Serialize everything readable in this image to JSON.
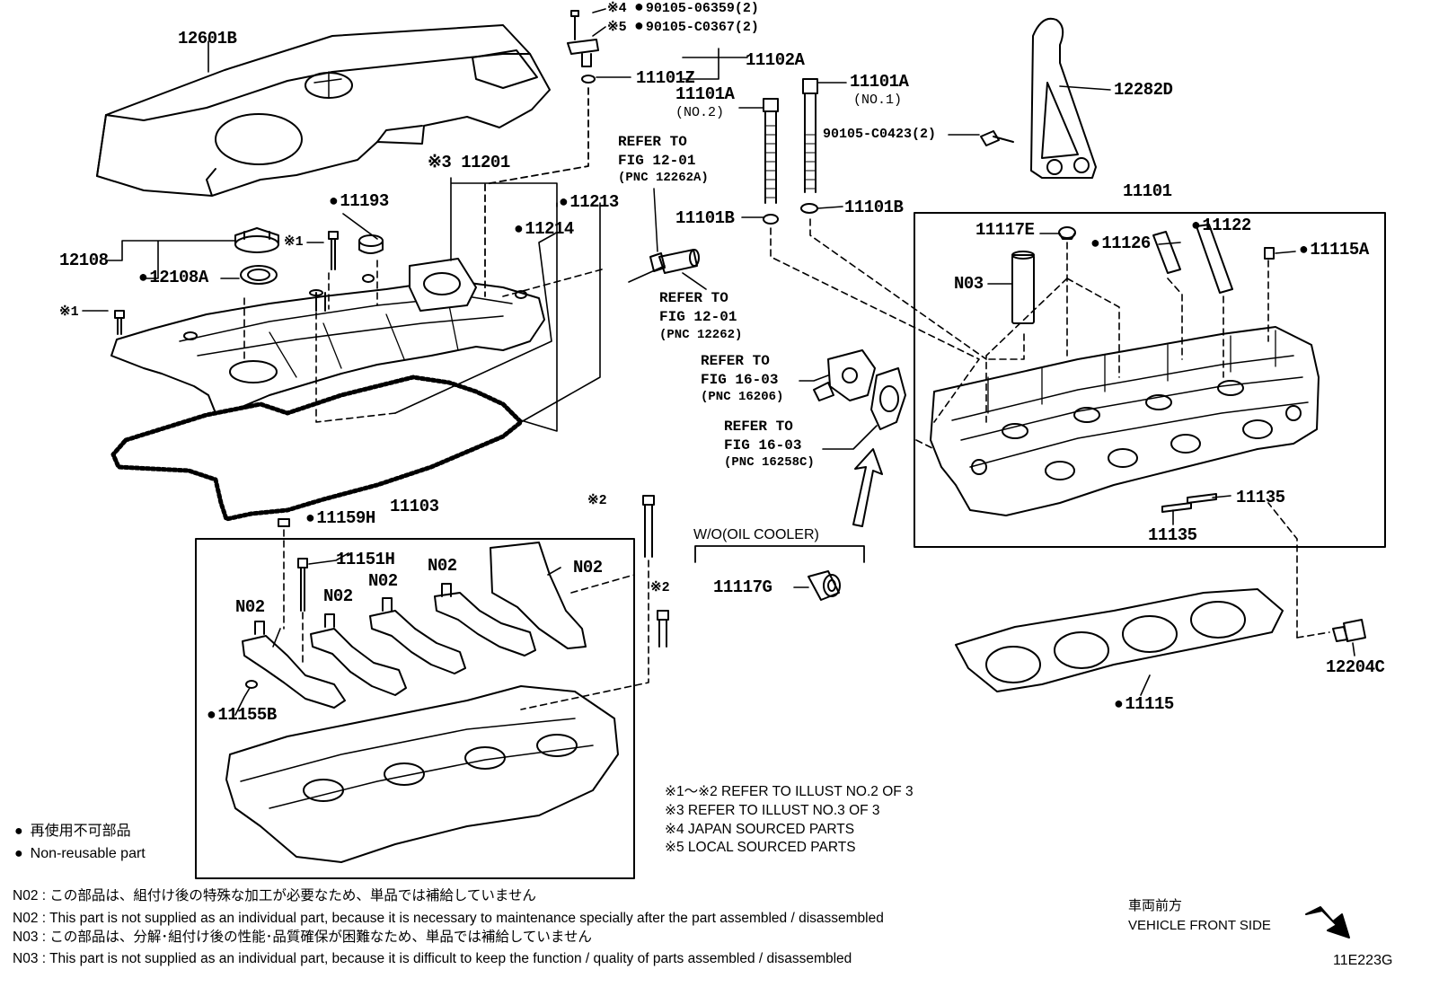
{
  "labels": {
    "p12601B": "12601B",
    "p11102A": "11102A",
    "p11101Z": "11101Z",
    "p90105_06359": "90105-06359(2)",
    "p90105_C0367": "90105-C0367(2)",
    "mark4": "※4",
    "mark5": "※5",
    "p11101A_no2": "11101A",
    "no2": "(NO.2)",
    "p11101A_no1": "11101A",
    "no1": "(NO.1)",
    "p90105_C0423": "90105-C0423(2)",
    "p12282D": "12282D",
    "refer_12_01_a": "REFER TO",
    "fig_12_01_a": "FIG 12-01",
    "pnc_12262A": "(PNC 12262A)",
    "p11201": "※3 11201",
    "p11193": "11193",
    "p11213": "11213",
    "p11214": "11214",
    "p12108": "12108",
    "mark1a": "※1",
    "p12108A": "12108A",
    "mark1b": "※1",
    "p11101B_left": "11101B",
    "p11101B_right": "11101B",
    "refer_12_01_b": "REFER TO",
    "fig_12_01_b": "FIG 12-01",
    "pnc_12262": "(PNC 12262)",
    "p11101": "11101",
    "p11117E": "11117E",
    "p11126": "11126",
    "p11122": "11122",
    "p11115A": "11115A",
    "pN03": "N03",
    "refer_16_03_a": "REFER TO",
    "fig_16_03_a": "FIG 16-03",
    "pnc_16206": "(PNC 16206)",
    "refer_16_03_b": "REFER TO",
    "fig_16_03_b": "FIG 16-03",
    "pnc_16258C": "(PNC 16258C)",
    "p11135_a": "11135",
    "p11135_b": "11135",
    "p11103": "11103",
    "p11159H": "11159H",
    "mark2a": "※2",
    "mark2b": "※2",
    "p11151H": "11151H",
    "n02_1": "N02",
    "n02_2": "N02",
    "n02_3": "N02",
    "n02_4": "N02",
    "n02_5": "N02",
    "p11155B": "11155B",
    "wo_oil_cooler": "W/O(OIL COOLER)",
    "p11117G": "11117G",
    "p12204C": "12204C",
    "p11115": "11115"
  },
  "notes": {
    "n1": "※1～※2  REFER TO ILLUST NO.2 OF 3",
    "n2": "※3 REFER TO ILLUST NO.3 OF 3",
    "n3": "※4 JAPAN SOURCED PARTS",
    "n4": "※5 LOCAL SOURCED PARTS"
  },
  "legend": {
    "jp": "再使用不可部品",
    "en": "Non-reusable part"
  },
  "footnotes": {
    "n02_jp": "N02 : この部品は、組付け後の特殊な加工が必要なため、単品では補給していません",
    "n02_en": "N02 : This part is not supplied as an individual part, because it is necessary to maintenance specially after the part assembled / disassembled",
    "n03_jp": "N03 : この部品は、分解･組付け後の性能･品質確保が困難なため、単品では補給していません",
    "n03_en": "N03 : This part is not supplied as an individual part, because it is difficult to keep the function / quality of parts  assembled / disassembled"
  },
  "front": {
    "jp": "車両前方",
    "en": "VEHICLE FRONT SIDE"
  },
  "code": "11E223G"
}
